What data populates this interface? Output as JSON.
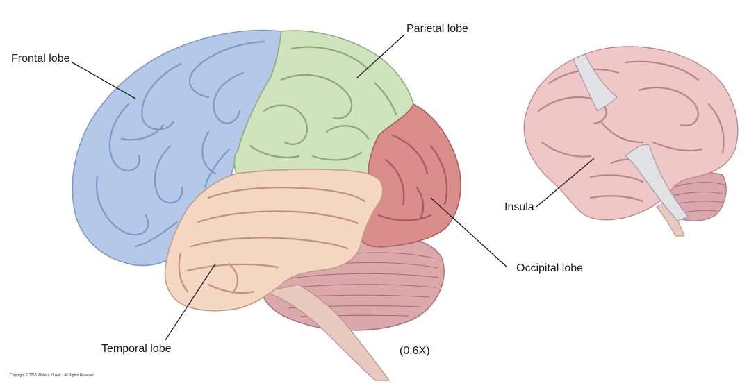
{
  "labels": {
    "frontal": "Frontal lobe",
    "parietal": "Parietal lobe",
    "occipital": "Occipital lobe",
    "temporal": "Temporal lobe",
    "insula": "Insula",
    "magnification": "(0.6X)"
  },
  "copyright": "Copyright © 2016 Wolters Kluwer · All Rights Reserved",
  "colors": {
    "frontal": "#b4c8ea",
    "parietal": "#cfe3bd",
    "occipital": "#d98e8c",
    "temporal": "#f3d7c3",
    "cerebellum": "#dba8ac",
    "insula_brain": "#f0c7c7",
    "gray_band": "#e2e2e6"
  }
}
